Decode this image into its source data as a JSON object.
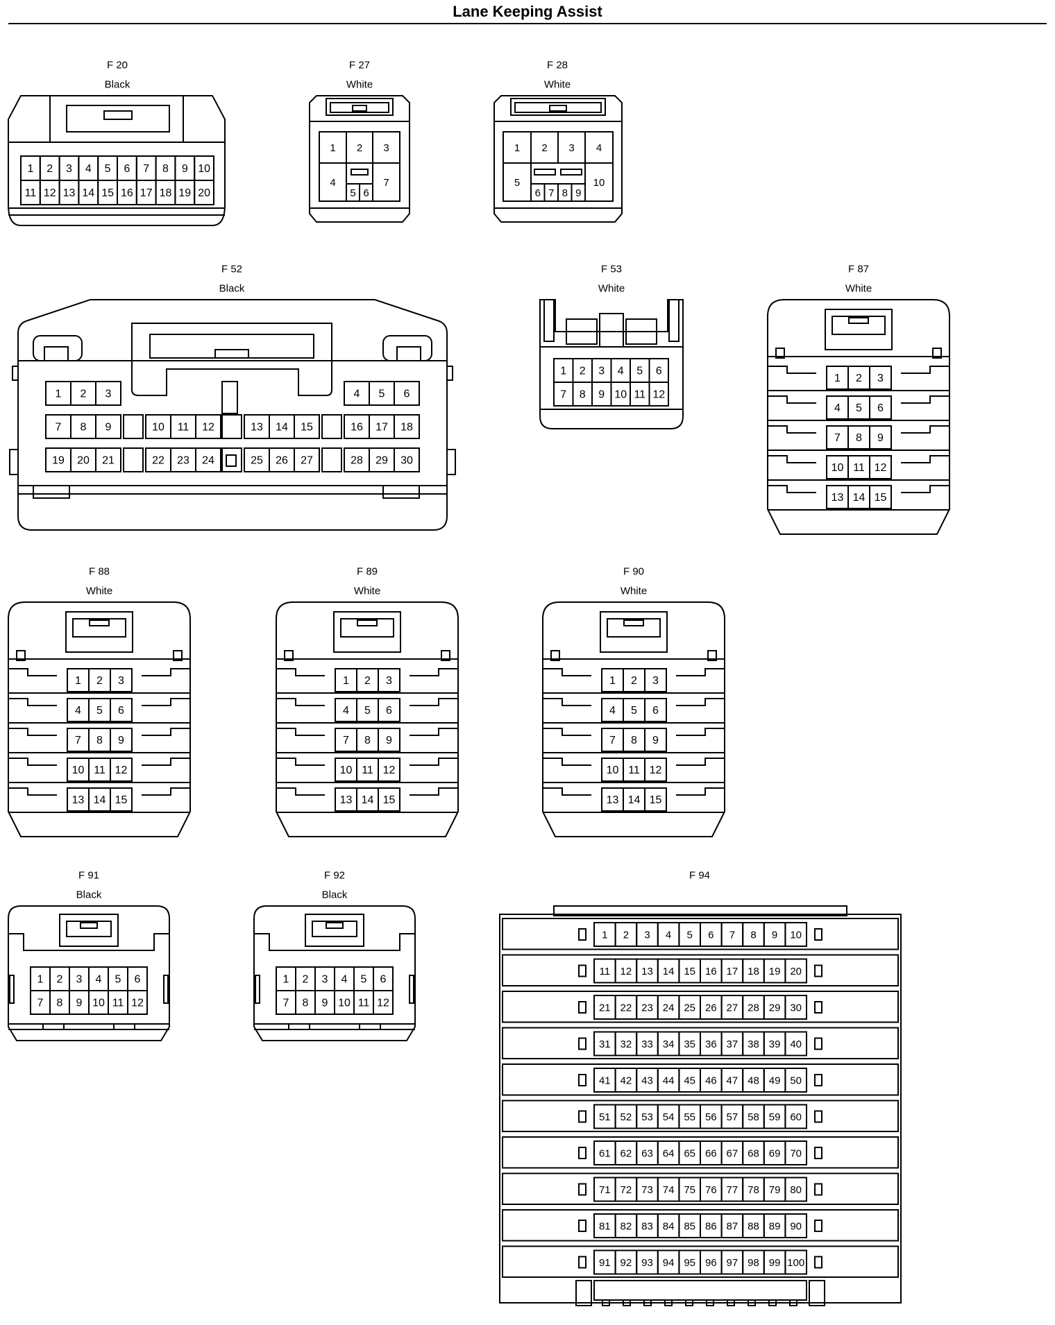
{
  "page": {
    "title": "Lane Keeping Assist"
  },
  "connectors": [
    {
      "id": "F 20",
      "color": "Black",
      "pins": [
        "1",
        "2",
        "3",
        "4",
        "5",
        "6",
        "7",
        "8",
        "9",
        "10",
        "11",
        "12",
        "13",
        "14",
        "15",
        "16",
        "17",
        "18",
        "19",
        "20"
      ]
    },
    {
      "id": "F 27",
      "color": "White",
      "pins": [
        "1",
        "2",
        "3",
        "4",
        "5",
        "6",
        "7"
      ]
    },
    {
      "id": "F 28",
      "color": "White",
      "pins": [
        "1",
        "2",
        "3",
        "4",
        "5",
        "6",
        "7",
        "8",
        "9",
        "10"
      ]
    },
    {
      "id": "F 52",
      "color": "Black",
      "pins": [
        "1",
        "2",
        "3",
        "4",
        "5",
        "6",
        "7",
        "8",
        "9",
        "10",
        "11",
        "12",
        "13",
        "14",
        "15",
        "16",
        "17",
        "18",
        "19",
        "20",
        "21",
        "22",
        "23",
        "24",
        "25",
        "26",
        "27",
        "28",
        "29",
        "30"
      ]
    },
    {
      "id": "F 53",
      "color": "White",
      "pins": [
        "1",
        "2",
        "3",
        "4",
        "5",
        "6",
        "7",
        "8",
        "9",
        "10",
        "11",
        "12"
      ]
    },
    {
      "id": "F 87",
      "color": "White",
      "pins": [
        "1",
        "2",
        "3",
        "4",
        "5",
        "6",
        "7",
        "8",
        "9",
        "10",
        "11",
        "12",
        "13",
        "14",
        "15"
      ]
    },
    {
      "id": "F 88",
      "color": "White",
      "pins": [
        "1",
        "2",
        "3",
        "4",
        "5",
        "6",
        "7",
        "8",
        "9",
        "10",
        "11",
        "12",
        "13",
        "14",
        "15"
      ]
    },
    {
      "id": "F 89",
      "color": "White",
      "pins": [
        "1",
        "2",
        "3",
        "4",
        "5",
        "6",
        "7",
        "8",
        "9",
        "10",
        "11",
        "12",
        "13",
        "14",
        "15"
      ]
    },
    {
      "id": "F 90",
      "color": "White",
      "pins": [
        "1",
        "2",
        "3",
        "4",
        "5",
        "6",
        "7",
        "8",
        "9",
        "10",
        "11",
        "12",
        "13",
        "14",
        "15"
      ]
    },
    {
      "id": "F 91",
      "color": "Black",
      "pins": [
        "1",
        "2",
        "3",
        "4",
        "5",
        "6",
        "7",
        "8",
        "9",
        "10",
        "11",
        "12"
      ]
    },
    {
      "id": "F 92",
      "color": "Black",
      "pins": [
        "1",
        "2",
        "3",
        "4",
        "5",
        "6",
        "7",
        "8",
        "9",
        "10",
        "11",
        "12"
      ]
    },
    {
      "id": "F 94",
      "color": "",
      "pins": [
        "1",
        "2",
        "3",
        "4",
        "5",
        "6",
        "7",
        "8",
        "9",
        "10",
        "11",
        "12",
        "13",
        "14",
        "15",
        "16",
        "17",
        "18",
        "19",
        "20",
        "21",
        "22",
        "23",
        "24",
        "25",
        "26",
        "27",
        "28",
        "29",
        "30",
        "31",
        "32",
        "33",
        "34",
        "35",
        "36",
        "37",
        "38",
        "39",
        "40",
        "41",
        "42",
        "43",
        "44",
        "45",
        "46",
        "47",
        "48",
        "49",
        "50",
        "51",
        "52",
        "53",
        "54",
        "55",
        "56",
        "57",
        "58",
        "59",
        "60",
        "61",
        "62",
        "63",
        "64",
        "65",
        "66",
        "67",
        "68",
        "69",
        "70",
        "71",
        "72",
        "73",
        "74",
        "75",
        "76",
        "77",
        "78",
        "79",
        "80",
        "81",
        "82",
        "83",
        "84",
        "85",
        "86",
        "87",
        "88",
        "89",
        "90",
        "91",
        "92",
        "93",
        "94",
        "95",
        "96",
        "97",
        "98",
        "99",
        "100"
      ]
    }
  ]
}
